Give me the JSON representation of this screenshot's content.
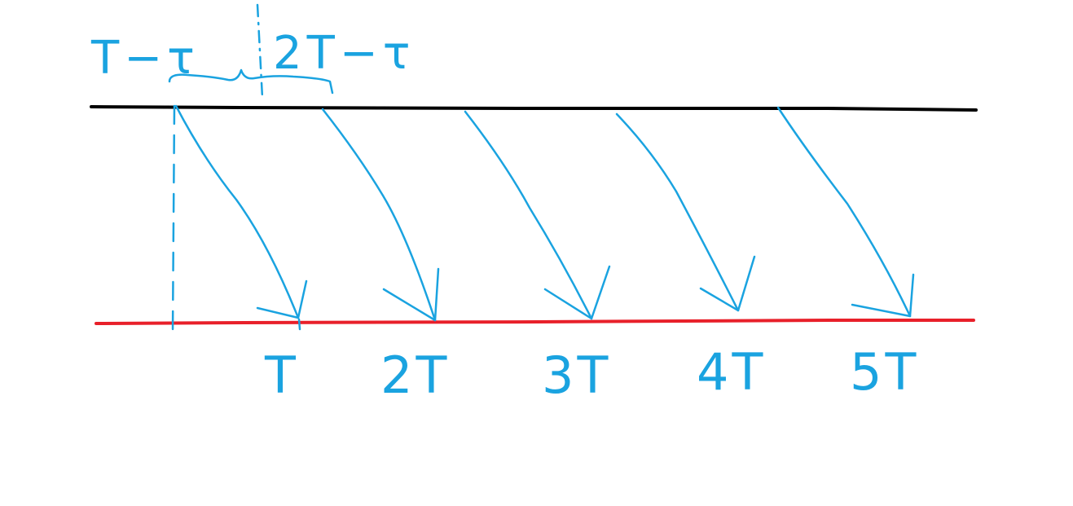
{
  "colors": {
    "sender_line": "#000000",
    "receiver_line": "#e8202a",
    "ink": "#1aa3e0"
  },
  "annotations": {
    "first_interval": "T−τ",
    "second_interval": "2T−τ"
  },
  "tick_labels": [
    "T",
    "2T",
    "3T",
    "4T",
    "5T"
  ]
}
